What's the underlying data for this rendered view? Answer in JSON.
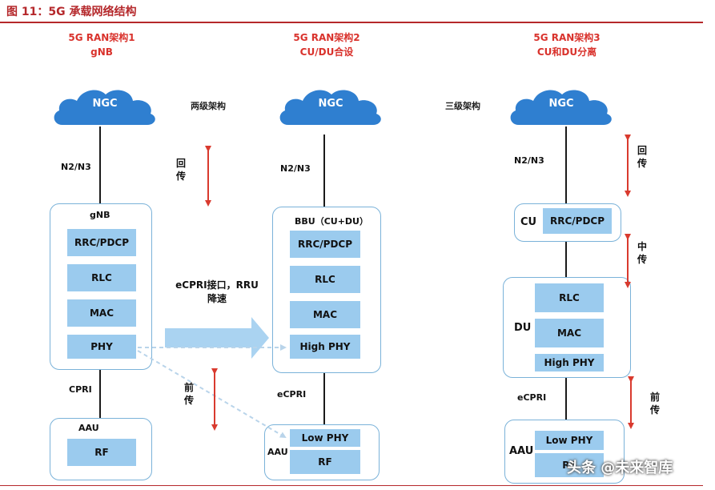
{
  "figure": {
    "title": "图 11：5G 承载网络结构"
  },
  "architectures": [
    {
      "title_line1": "5G RAN架构1",
      "title_line2": "gNB"
    },
    {
      "title_line1": "5G RAN架构2",
      "title_line2": "CU/DU合设"
    },
    {
      "title_line1": "5G RAN架构3",
      "title_line2": "CU和DU分离"
    }
  ],
  "notes": {
    "two_level": "两级架构",
    "three_level": "三级架构"
  },
  "cloud_label": "NGC",
  "links": {
    "n2n3": "N2/N3",
    "cpri": "CPRI",
    "ecpri": "eCPRI"
  },
  "nodes": {
    "gnb": "gNB",
    "bbu": "BBU（CU+DU）",
    "aau": "AAU",
    "cu": "CU",
    "du": "DU"
  },
  "layers": {
    "rrc_pdcp": "RRC/PDCP",
    "rlc": "RLC",
    "mac": "MAC",
    "phy": "PHY",
    "high_phy": "High PHY",
    "low_phy": "Low PHY",
    "rf": "RF"
  },
  "transport": {
    "backhaul": [
      "回",
      "传"
    ],
    "midhaul": [
      "中",
      "传"
    ],
    "fronthaul": [
      "前",
      "传"
    ]
  },
  "big_arrow": {
    "line1": "eCPRI接口，RRU",
    "line2": "降速"
  },
  "watermark": "头条 @未来智库",
  "colors": {
    "title_red": "#b5282b",
    "arch_title_red": "#d9322c",
    "cloud_blue": "#2f7fd0",
    "layer_blue": "#9bcbee",
    "group_border": "#7ab2d9",
    "arrow_red": "#d93a2e"
  }
}
